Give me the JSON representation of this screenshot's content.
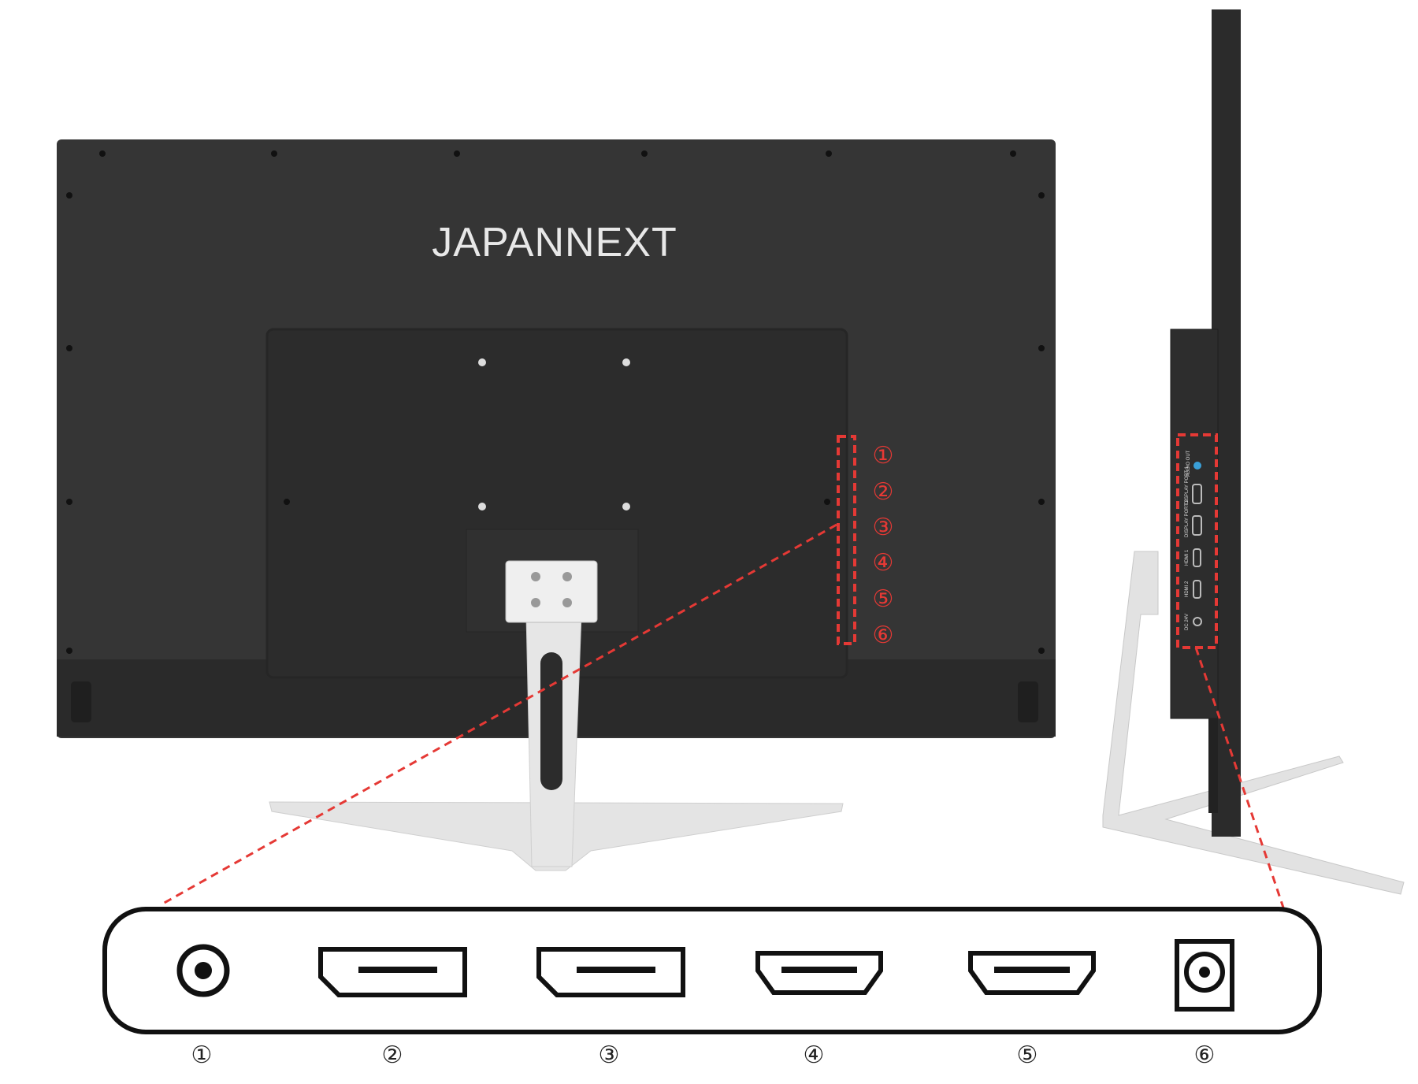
{
  "brand": {
    "logo_text": "JAPANNEXT"
  },
  "markers": [
    "①",
    "②",
    "③",
    "④",
    "⑤",
    "⑥"
  ],
  "side_port_labels": [
    "AUDIO OUT",
    "DISPLAY PORT 1",
    "DISPLAY PORT 2",
    "HDMI 1",
    "HDMI 2",
    "DC 24V"
  ],
  "callout": {
    "ports": [
      {
        "number": "①",
        "type": "audio-jack"
      },
      {
        "number": "②",
        "type": "displayport"
      },
      {
        "number": "③",
        "type": "displayport"
      },
      {
        "number": "④",
        "type": "hdmi"
      },
      {
        "number": "⑤",
        "type": "hdmi"
      },
      {
        "number": "⑥",
        "type": "dc-power"
      }
    ]
  },
  "colors": {
    "accent": "#e53935",
    "panel": "#333333",
    "stand": "#e6e6e6"
  }
}
